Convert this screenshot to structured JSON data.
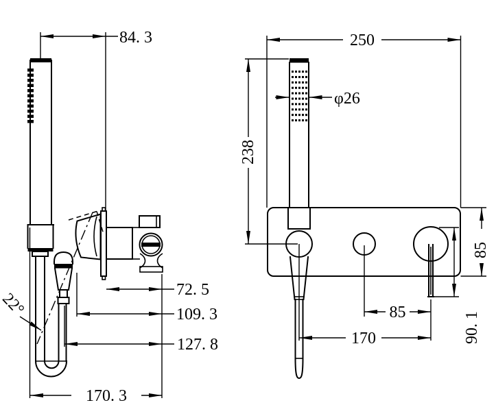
{
  "drawing": {
    "kind": "shower-mixer-dimension-drawing",
    "background": "#ffffff",
    "line_color": "#000000",
    "side_view": {
      "dims": {
        "wand_offset": "84. 3",
        "holder_angle": "22°",
        "wall_to_valve_depth": "72. 5",
        "bracket_depth": "109. 3",
        "hose_depth": "127. 8",
        "overall_depth": "170. 3"
      }
    },
    "front_view": {
      "dims": {
        "plate_width": "250",
        "handshower_diameter": "φ26",
        "handshower_height": "238",
        "plate_height": "85",
        "handle_pitch": "85",
        "outlet_pitch": "170",
        "lever_drop": "90. 1"
      }
    }
  }
}
